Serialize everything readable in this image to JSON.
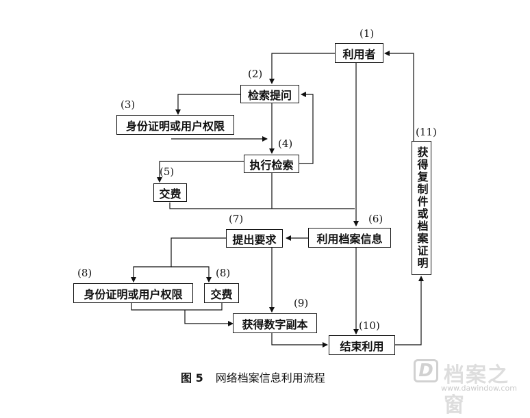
{
  "nodes": {
    "user": "利用者",
    "retrieval_request": "检索提问",
    "identity_1": "身份证明或用户权限",
    "execute_retrieval": "执行检索",
    "fee_1": "交费",
    "archive_info": "利用档案信息",
    "submit_request": "提出要求",
    "identity_2": "身份证明或用户权限",
    "fee_2": "交费",
    "digital_copy": "获得数字副本",
    "end_use": "结束利用",
    "get_copy_proof": "获得复制件或档案证明"
  },
  "labels": {
    "n1": "(1)",
    "n2": "(2)",
    "n3": "(3)",
    "n4": "(4)",
    "n5": "(5)",
    "n6": "(6)",
    "n7": "(7)",
    "n8a": "(8)",
    "n8b": "(8)",
    "n9": "(9)",
    "n10": "(10)",
    "n11": "(11)"
  },
  "caption": {
    "figure": "图 5",
    "title": "网络档案信息利用流程"
  },
  "watermark": {
    "logo": "D",
    "brand": "档案之窗",
    "url": "www.dawindow.com"
  }
}
